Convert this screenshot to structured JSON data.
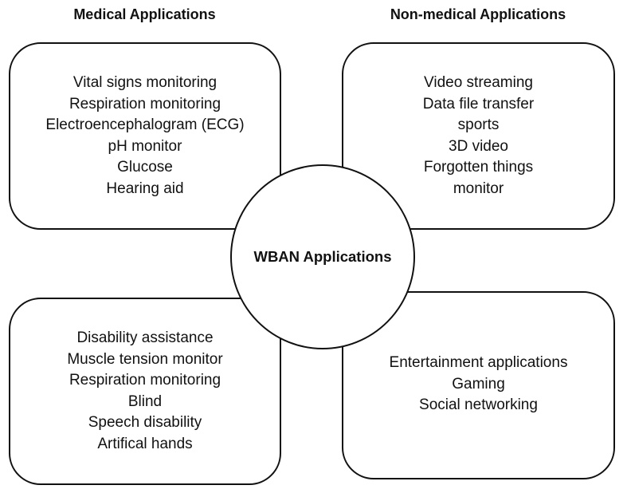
{
  "headings": {
    "medical": "Medical Applications",
    "non_medical": "Non-medical Applications"
  },
  "center": {
    "label": "WBAN Applications"
  },
  "boxes": {
    "top_left": {
      "category": "medical",
      "items": [
        "Vital signs monitoring",
        "Respiration monitoring",
        "Electroencephalogram (ECG)",
        "pH monitor",
        "Glucose",
        "Hearing aid"
      ]
    },
    "top_right": {
      "category": "non-medical",
      "items": [
        "Video streaming",
        "Data file transfer",
        "sports",
        "3D video",
        "Forgotten things",
        "monitor"
      ]
    },
    "bottom_left": {
      "category": "medical",
      "items": [
        "Disability assistance",
        "Muscle tension monitor",
        "Respiration monitoring",
        "Blind",
        "Speech disability",
        "Artifical hands"
      ]
    },
    "bottom_right": {
      "category": "non-medical",
      "items": [
        "Entertainment applications",
        "Gaming",
        "Social networking"
      ]
    }
  },
  "colors": {
    "stroke": "#111111",
    "text": "#111111",
    "background": "#ffffff"
  }
}
